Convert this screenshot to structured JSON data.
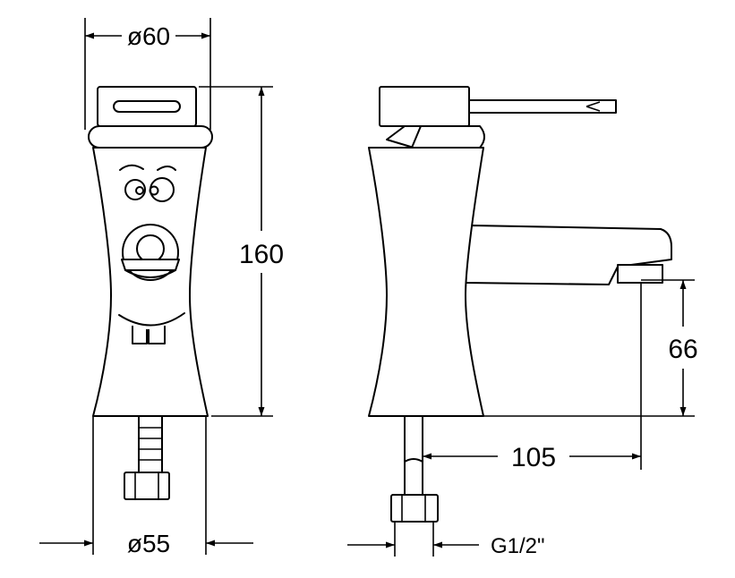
{
  "dimensions": {
    "top_diameter": "ø60",
    "height_total": "160",
    "base_diameter": "ø55",
    "spout_height": "66",
    "spout_reach": "105",
    "thread": "G1/2\""
  },
  "colors": {
    "line": "#000000",
    "background": "#ffffff"
  }
}
